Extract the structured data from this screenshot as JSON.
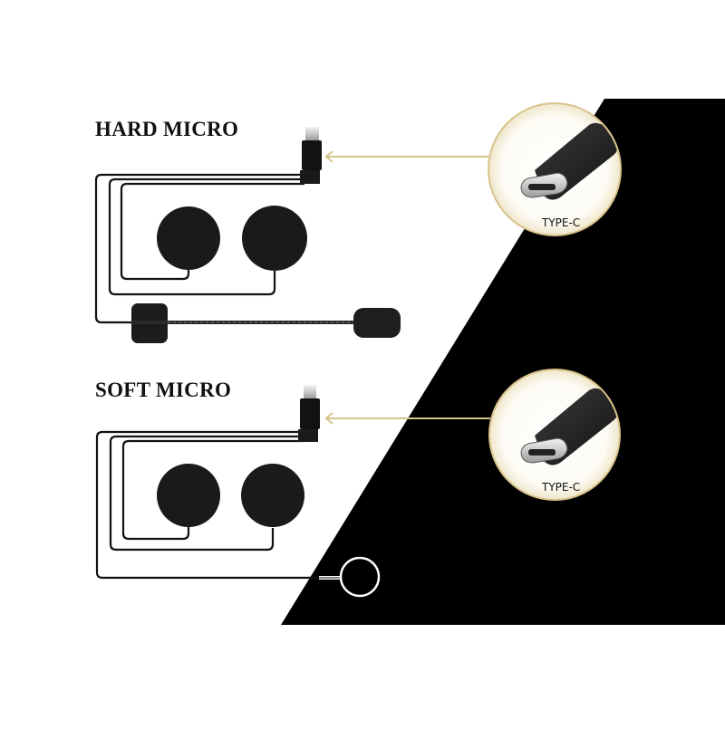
{
  "products": [
    {
      "id": "hard",
      "title": "HARD MICRO",
      "connector_callout": "TYPE-C"
    },
    {
      "id": "soft",
      "title": "SOFT MICRO",
      "connector_callout": "TYPE-C"
    }
  ],
  "colors": {
    "background": "#ffffff",
    "dark_panel": "#000000",
    "callout_ring": "#d8c38a",
    "arrow": "#d6c48e",
    "wire": "#111111",
    "foam": "#1a1a1a"
  },
  "icons": {
    "connector": "usb-type-c-plug-icon",
    "speaker": "speaker-foam-icon",
    "microphone": "boom-microphone-icon",
    "soft_mic": "wire-microphone-loop-icon",
    "arrow": "arrow-left-icon"
  }
}
